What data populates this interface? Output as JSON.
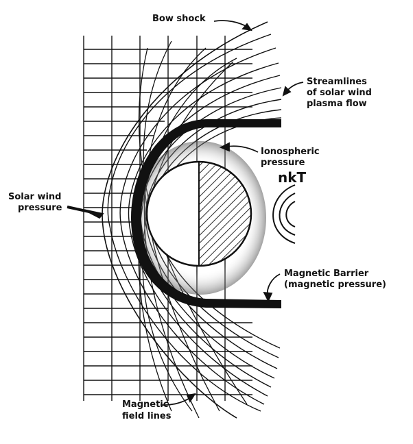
{
  "labels": {
    "bow_shock": "Bow shock",
    "streamlines": [
      "Streamlines",
      "of solar wind",
      "plasma flow"
    ],
    "ionospheric": [
      "Ionospheric",
      "pressure"
    ],
    "nkt": "nkT",
    "solar_wind": [
      "Solar wind",
      "pressure"
    ],
    "magnetic_barrier": [
      "Magnetic Barrier",
      "(magnetic pressure)"
    ],
    "magnetic_field": [
      "Magnetic",
      "field lines"
    ]
  },
  "colors": {
    "ink": "#111111",
    "background": "#ffffff"
  }
}
